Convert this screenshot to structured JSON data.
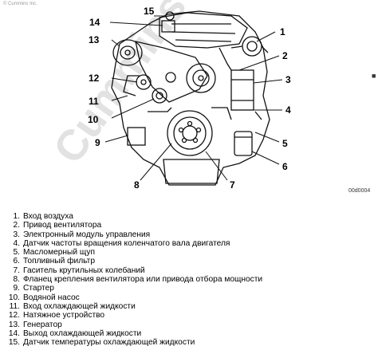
{
  "header": {
    "copyright": "© Cummins Inc.",
    "watermark": "Cummins"
  },
  "figure": {
    "code": "00d0004",
    "edge_mark": "■"
  },
  "callouts": [
    "1",
    "2",
    "3",
    "4",
    "5",
    "6",
    "7",
    "8",
    "9",
    "10",
    "11",
    "12",
    "13",
    "14",
    "15"
  ],
  "legend": [
    {
      "num": "1.",
      "text": "Вход воздуха"
    },
    {
      "num": "2.",
      "text": "Привод вентилятора"
    },
    {
      "num": "3.",
      "text": "Электронный модуль управления"
    },
    {
      "num": "4.",
      "text": "Датчик частоты вращения коленчатого вала двигателя"
    },
    {
      "num": "5.",
      "text": "Масломерный щуп"
    },
    {
      "num": "6.",
      "text": "Топливный фильтр"
    },
    {
      "num": "7.",
      "text": "Гаситель крутильных колебаний"
    },
    {
      "num": "8.",
      "text": "Фланец крепления вентилятора или привода отбора мощности"
    },
    {
      "num": "9.",
      "text": "Стартер"
    },
    {
      "num": "10.",
      "text": "Водяной насос"
    },
    {
      "num": "11.",
      "text": "Вход охлаждающей жидкости"
    },
    {
      "num": "12.",
      "text": "Натяжное устройство"
    },
    {
      "num": "13.",
      "text": "Генератор"
    },
    {
      "num": "14.",
      "text": "Выход охлаждающей жидкости"
    },
    {
      "num": "15.",
      "text": "Датчик температуры охлаждающей жидкости"
    }
  ],
  "colors": {
    "line": "#111111",
    "watermark": "#d8d8d8"
  }
}
